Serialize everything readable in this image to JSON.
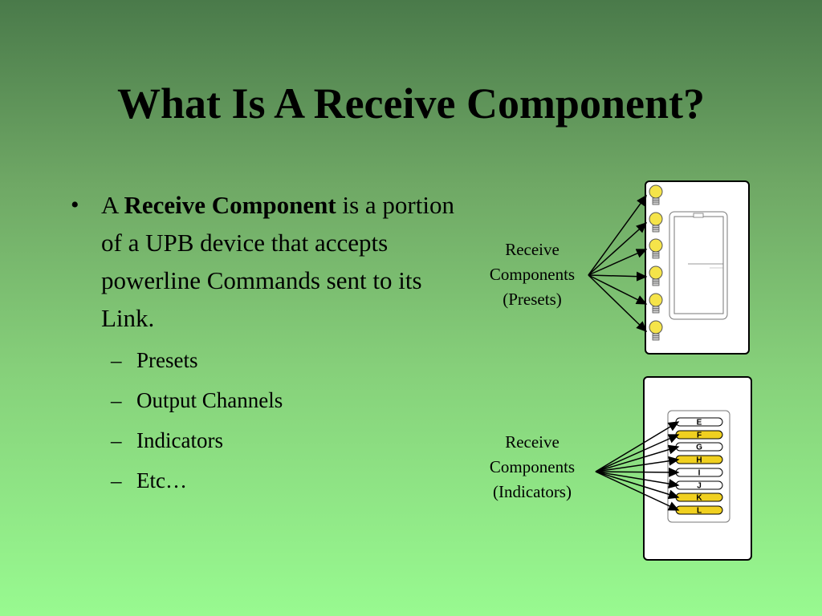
{
  "title": "What Is A Receive Component?",
  "bullet": {
    "prefix": "A ",
    "bold": "Receive Component",
    "rest": " is a portion of a UPB device that accepts powerline Commands sent to its Link."
  },
  "subitems": [
    "Presets",
    "Output Channels",
    "Indicators",
    "Etc…"
  ],
  "labels": {
    "presets": [
      "Receive",
      "Components",
      "(Presets)"
    ],
    "indicators": [
      "Receive",
      "Components",
      "(Indicators)"
    ]
  },
  "indicator_letters": [
    "E",
    "F",
    "G",
    "H",
    "I",
    "J",
    "K",
    "L"
  ],
  "colors": {
    "bulb": "#f5e44a",
    "indicator_on": "#f0d020",
    "indicator_off": "#ffffff"
  },
  "icons": [
    "light-bulb-icon",
    "wall-switch-icon",
    "keypad-icon"
  ]
}
